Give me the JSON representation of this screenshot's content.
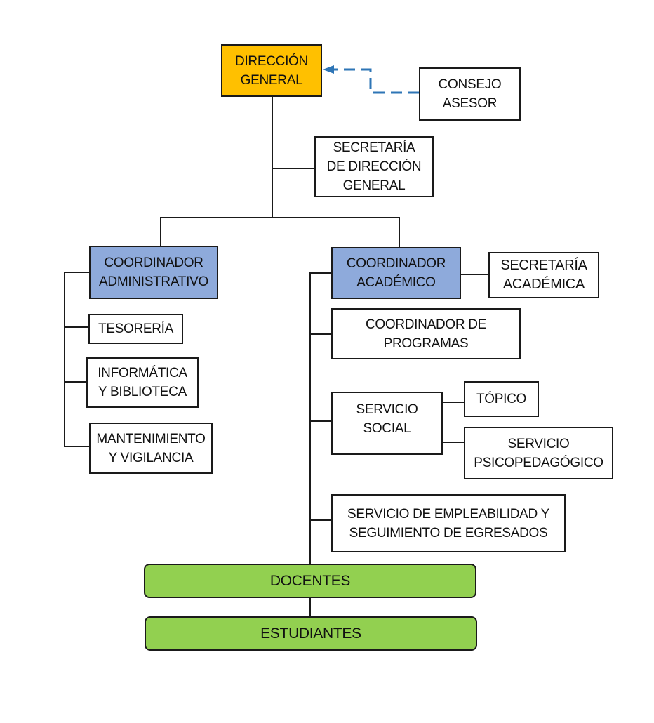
{
  "diagram": {
    "type": "org-chart",
    "colors": {
      "director": "#ffc000",
      "coordinator": "#8eaadb",
      "base_groups": "#92d050",
      "advisory_link": "#2e75b6",
      "default_box": "#ffffff"
    },
    "nodes": {
      "direccion_general": "DIRECCIÓN\nGENERAL",
      "consejo_asesor": "CONSEJO\nASESOR",
      "secretaria_direccion": "SECRETARÍA\nDE DIRECCIÓN\nGENERAL",
      "coord_administrativo": "COORDINADOR\nADMINISTRATIVO",
      "coord_academico": "COORDINADOR\nACADÉMICO",
      "secretaria_academica": "SECRETARÍA\nACADÉMICA",
      "tesoreria": "TESORERÍA",
      "informatica": "INFORMÁTICA\nY BIBLIOTECA",
      "mantenimiento": "MANTENIMIENTO\nY VIGILANCIA",
      "coord_programas": "COORDINADOR DE\nPROGRAMAS",
      "servicio_social": "SERVICIO\nSOCIAL",
      "topico": "TÓPICO",
      "psicopedagogico": "SERVICIO\nPSICOPEDAGÓGICO",
      "empleabilidad": "SERVICIO DE EMPLEABILIDAD Y\nSEGUIMIENTO DE EGRESADOS",
      "docentes": "DOCENTES",
      "estudiantes": "ESTUDIANTES"
    },
    "edges": [
      {
        "from": "consejo_asesor",
        "to": "direccion_general",
        "style": "dashed-arrow"
      },
      {
        "from": "direccion_general",
        "to": "secretaria_direccion"
      },
      {
        "from": "direccion_general",
        "to": "coord_administrativo"
      },
      {
        "from": "direccion_general",
        "to": "coord_academico"
      },
      {
        "from": "coord_academico",
        "to": "secretaria_academica"
      },
      {
        "from": "coord_administrativo",
        "to": "tesoreria"
      },
      {
        "from": "coord_administrativo",
        "to": "informatica"
      },
      {
        "from": "coord_administrativo",
        "to": "mantenimiento"
      },
      {
        "from": "coord_academico",
        "to": "coord_programas"
      },
      {
        "from": "coord_academico",
        "to": "servicio_social"
      },
      {
        "from": "servicio_social",
        "to": "topico"
      },
      {
        "from": "servicio_social",
        "to": "psicopedagogico"
      },
      {
        "from": "coord_academico",
        "to": "empleabilidad"
      },
      {
        "from": "coord_academico",
        "to": "docentes"
      },
      {
        "from": "docentes",
        "to": "estudiantes"
      }
    ]
  }
}
